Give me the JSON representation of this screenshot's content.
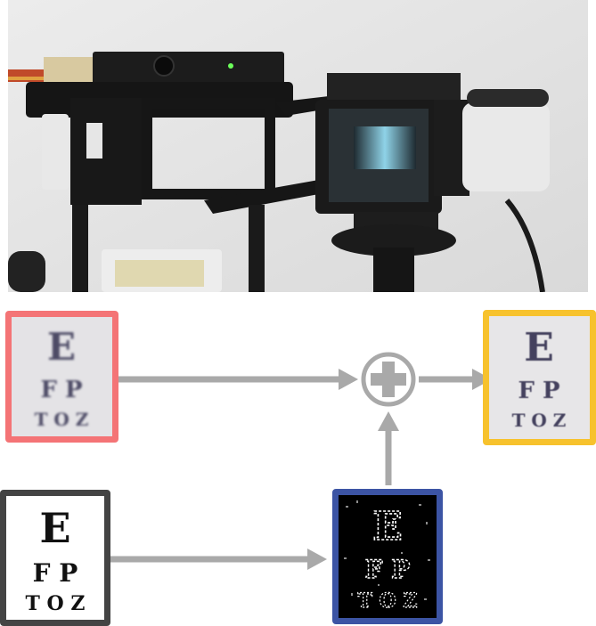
{
  "figure": {
    "chart_blurry": {
      "row1": "E",
      "row2": "F P",
      "row3": "T O Z",
      "border_color": "#f47476"
    },
    "chart_sharp": {
      "row1": "E",
      "row2": "F P",
      "row3": "T O Z",
      "border_color": "#444444"
    },
    "chart_event": {
      "row1": "E",
      "row2": "F P",
      "row3": "T O Z",
      "border_color": "#3c54a4"
    },
    "chart_fused": {
      "row1": "E",
      "row2": "F P",
      "row3": "T O Z",
      "border_color": "#f7c22d"
    },
    "combine_symbol": "plus",
    "arrow_color": "#a9a9a9"
  }
}
